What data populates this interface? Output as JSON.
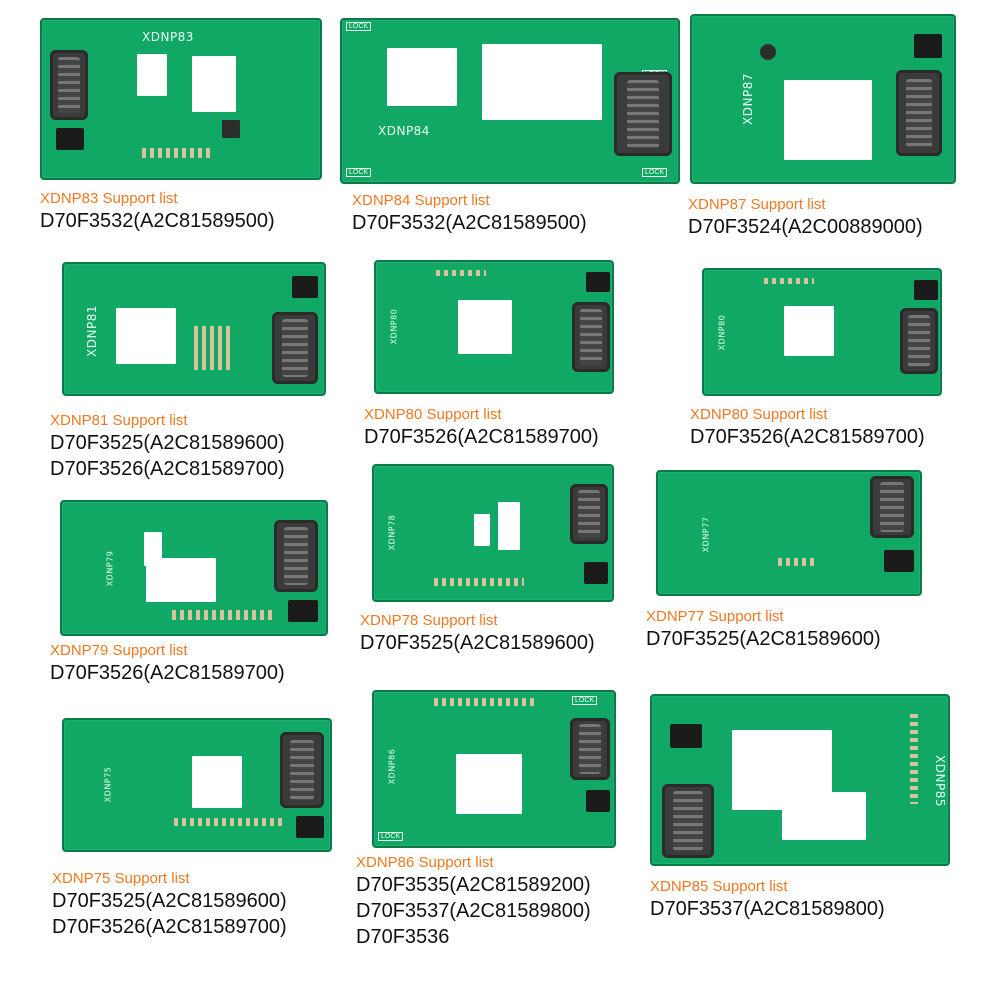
{
  "boards": [
    {
      "silk": "XDNP83",
      "caption_title": "XDNP83 Support list",
      "items": [
        "D70F3532(A2C81589500)"
      ]
    },
    {
      "silk": "XDNP84",
      "caption_title": "XDNP84 Support list",
      "items": [
        "D70F3532(A2C81589500)"
      ]
    },
    {
      "silk": "XDNP87",
      "caption_title": "XDNP87 Support list",
      "items": [
        "D70F3524(A2C00889000)"
      ]
    },
    {
      "silk": "XDNP81",
      "caption_title": "XDNP81 Support list",
      "items": [
        "D70F3525(A2C81589600)",
        "D70F3526(A2C81589700)"
      ]
    },
    {
      "silk": "XDNP80",
      "caption_title": "XDNP80 Support list",
      "items": [
        "D70F3526(A2C81589700)"
      ]
    },
    {
      "silk": "XDNP80",
      "caption_title": "XDNP80 Support list",
      "items": [
        "D70F3526(A2C81589700)"
      ]
    },
    {
      "silk": "XDNP79",
      "caption_title": "XDNP79 Support list",
      "items": [
        "D70F3526(A2C81589700)"
      ]
    },
    {
      "silk": "XDNP78",
      "caption_title": "XDNP78 Support list",
      "items": [
        "D70F3525(A2C81589600)"
      ]
    },
    {
      "silk": "XDNP77",
      "caption_title": "XDNP77 Support list",
      "items": [
        "D70F3525(A2C81589600)"
      ]
    },
    {
      "silk": "XDNP75",
      "caption_title": "XDNP75 Support list",
      "items": [
        "D70F3525(A2C81589600)",
        "D70F3526(A2C81589700)"
      ]
    },
    {
      "silk": "XDNP86",
      "caption_title": "XDNP86 Support list",
      "items": [
        "D70F3535(A2C81589200)",
        "D70F3537(A2C81589800)",
        "D70F3536"
      ]
    },
    {
      "silk": "XDNP85",
      "caption_title": "XDNP85 Support list",
      "items": [
        "D70F3537(A2C81589800)"
      ]
    }
  ],
  "lock_label": "LOCK",
  "colors": {
    "pcb": "#11a866",
    "pcb_edge": "#0a7a48",
    "title": "#f07823",
    "text": "#111111"
  }
}
